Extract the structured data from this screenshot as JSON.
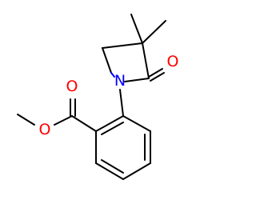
{
  "molecule": {
    "atoms": {
      "o_carbonyl_ring": {
        "label": "O",
        "color": "#ff0000"
      },
      "n_ring": {
        "label": "N",
        "color": "#0000ff"
      },
      "o_ester_carbonyl": {
        "label": "O",
        "color": "#ff0000"
      },
      "o_ester_ether": {
        "label": "O",
        "color": "#ff0000"
      }
    },
    "bond_color": "#000000"
  }
}
